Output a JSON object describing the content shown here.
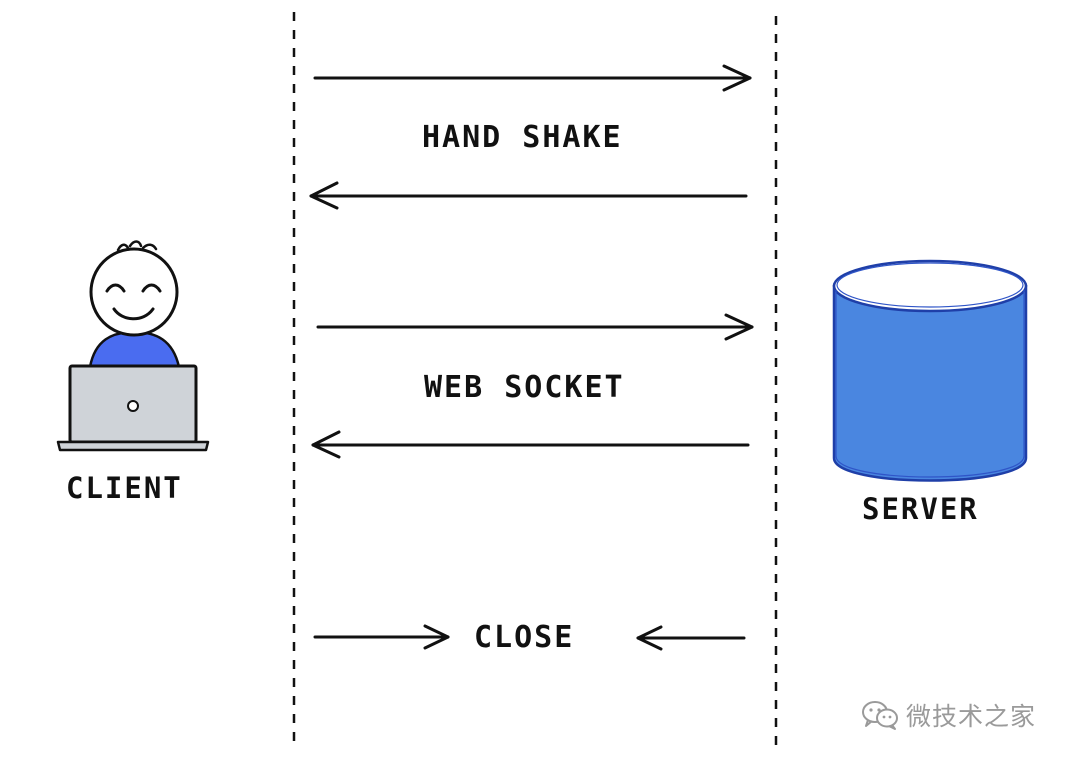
{
  "diagram": {
    "messages": {
      "handshake_label": "HAND SHAKE",
      "websocket_label": "WEB SOCKET",
      "close_label": "CLOSE"
    },
    "client": {
      "label": "CLIENT",
      "shirt_color": "#4a6cf0",
      "laptop_color": "#cfd3d8"
    },
    "server": {
      "label": "SERVER",
      "fill_color": "#4a86e0",
      "stroke_color": "#1f3fa8"
    },
    "watermark": {
      "text": "微技术之家"
    }
  }
}
